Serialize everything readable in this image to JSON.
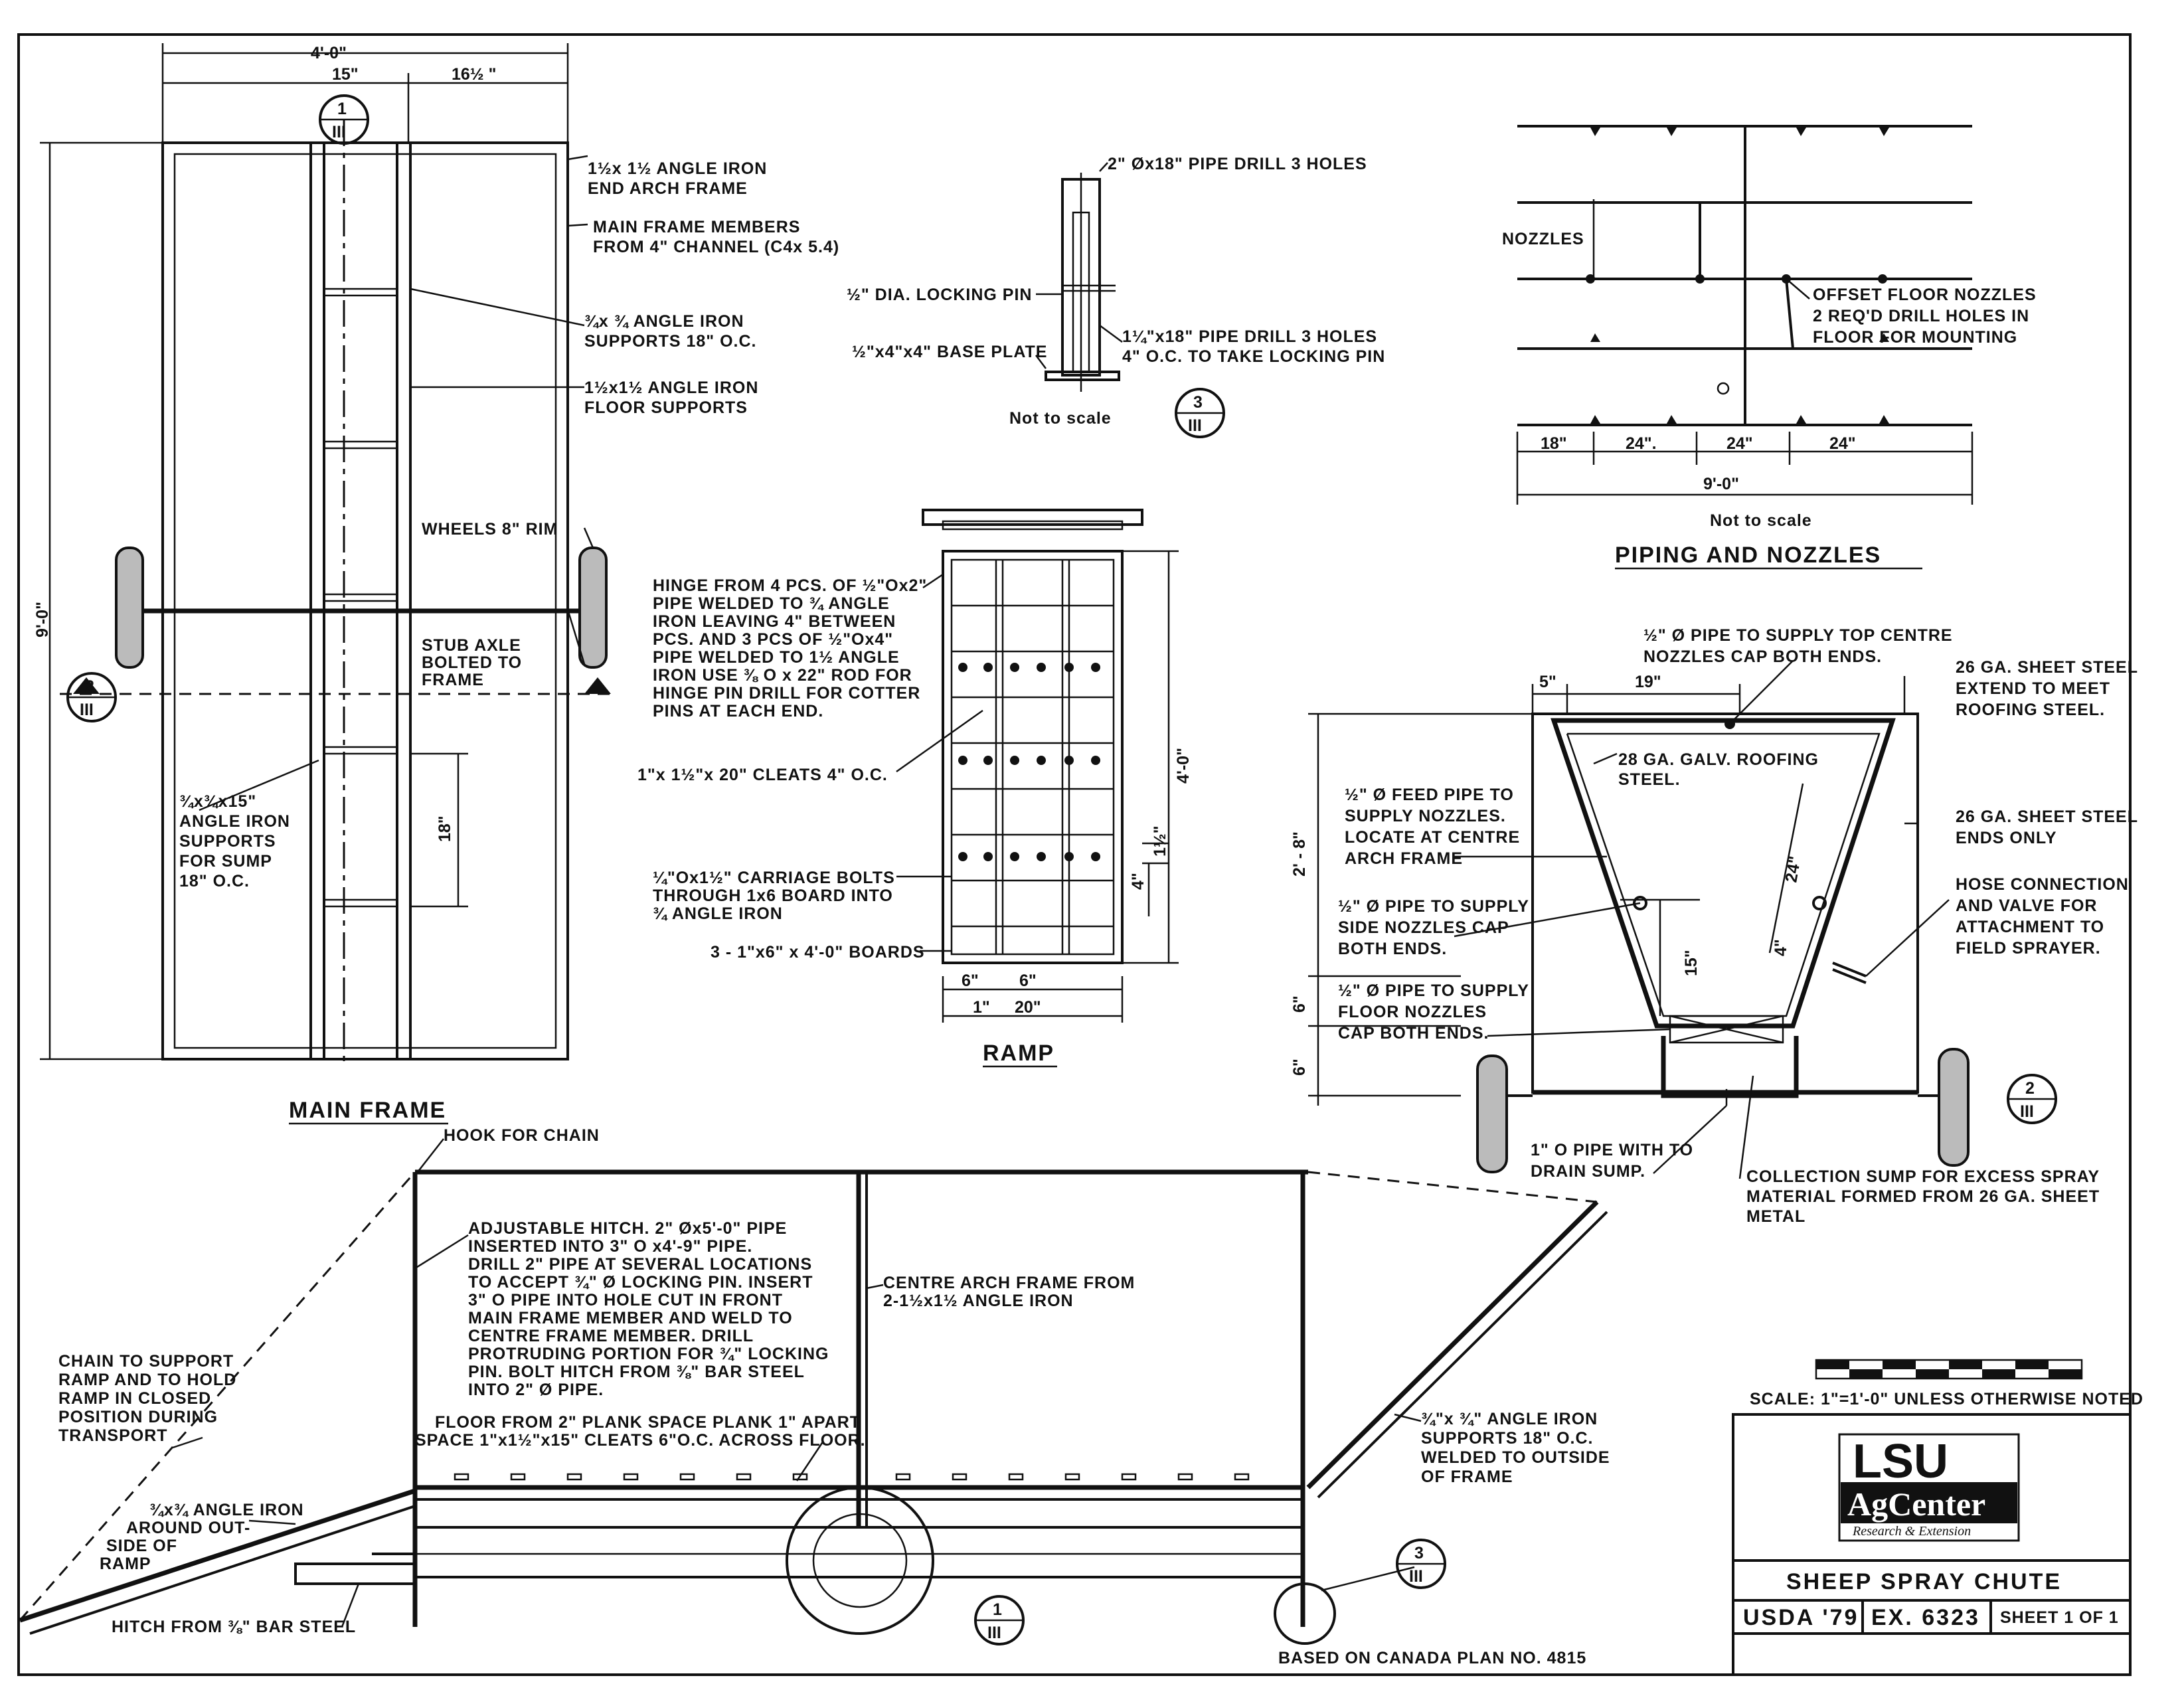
{
  "main_frame": {
    "title": "MAIN FRAME",
    "overall_width": "4'-0\"",
    "dim_left": "15\"",
    "dim_right": "16½ \"",
    "overall_length": "9'-0\"",
    "sump_spacing": "18\"",
    "notes": {
      "end_arch_frame": [
        "1½x 1½ ANGLE IRON",
        "END ARCH FRAME"
      ],
      "main_members": [
        "MAIN FRAME MEMBERS",
        "FROM 4\" CHANNEL (C4x 5.4)"
      ],
      "supports": [
        "¾x ¾ ANGLE IRON",
        "SUPPORTS 18\" O.C."
      ],
      "floor_supports": [
        "1½x1½ ANGLE IRON",
        "FLOOR SUPPORTS"
      ],
      "wheels": "WHEELS 8\" RIM",
      "stub_axle": [
        "STUB AXLE",
        "BOLTED TO",
        "FRAME"
      ],
      "sump_supports": [
        "¾x¾x15\"",
        "ANGLE IRON",
        "SUPPORTS",
        "FOR SUMP",
        "18\" O.C."
      ]
    }
  },
  "pin_detail": {
    "notes": {
      "pipe": "2\" Øx18\" PIPE DRILL 3 HOLES",
      "locking_pin": "½\" DIA. LOCKING PIN",
      "base_plate": "½\"x4\"x4\" BASE PLATE",
      "inner_pipe": [
        "1¼\"x18\" PIPE DRILL 3 HOLES",
        "4\" O.C. TO TAKE LOCKING PIN"
      ]
    },
    "scale_note": "Not to scale"
  },
  "ramp": {
    "title": "RAMP",
    "length": "4'-0\"",
    "dim_b": "1½\"",
    "dim_c": "4\"",
    "width_1": "6\"",
    "width_2": "6\"",
    "width_3": "1\"",
    "width_total": "20\"",
    "notes": {
      "hinge": [
        "HINGE FROM 4 PCS. OF ½\"Ox2\"",
        "PIPE WELDED TO ¾ ANGLE",
        "IRON LEAVING 4\" BETWEEN",
        "PCS. AND 3 PCS OF ½\"Ox4\"",
        "PIPE WELDED TO 1½ ANGLE",
        "IRON USE ⅜ O x 22\" ROD FOR",
        "HINGE PIN DRILL FOR COTTER",
        "PINS AT EACH END."
      ],
      "cleats": "1\"x 1½\"x 20\" CLEATS 4\" O.C.",
      "bolts": [
        "¼\"Ox1½\" CARRIAGE BOLTS",
        "THROUGH 1x6 BOARD INTO",
        "¾ ANGLE IRON"
      ],
      "boards": "3 - 1\"x6\" x 4'-0\" BOARDS"
    }
  },
  "piping": {
    "title": "PIPING  AND NOZZLES",
    "nozzles_label": "NOZZLES",
    "offset_note": [
      "OFFSET FLOOR NOZZLES",
      "2 REQ'D DRILL HOLES IN",
      "FLOOR FOR MOUNTING"
    ],
    "spacing": [
      "18\"",
      "24\".",
      "24\"",
      "24\""
    ],
    "total": "9'-0\"",
    "scale_note": "Not to scale"
  },
  "section": {
    "dim_top_left": "5\"",
    "dim_top": "19\"",
    "height_main": "2' - 8\"",
    "height_b": "6\"",
    "height_c": "6\"",
    "slope_len": "24\"",
    "inner_15": "15\"",
    "inner_4": "4\"",
    "notes": {
      "top_pipe": [
        "½\" Ø PIPE TO SUPPLY TOP CENTRE",
        "NOZZLES CAP BOTH ENDS."
      ],
      "sheet_top": [
        "26 GA. SHEET STEEL",
        "EXTEND TO MEET",
        "ROOFING STEEL."
      ],
      "roofing": [
        "28 GA. GALV. ROOFING",
        "STEEL."
      ],
      "feed_pipe": [
        "½\" Ø FEED PIPE TO",
        "SUPPLY NOZZLES.",
        "LOCATE AT CENTRE",
        "ARCH FRAME"
      ],
      "sheet_ends": [
        "26 GA. SHEET STEEL",
        "ENDS ONLY"
      ],
      "side_pipe": [
        "½\" Ø PIPE TO SUPPLY",
        "SIDE NOZZLES CAP",
        "BOTH ENDS."
      ],
      "hose": [
        "HOSE CONNECTION",
        "AND VALVE FOR",
        "ATTACHMENT TO",
        "FIELD SPRAYER."
      ],
      "floor_pipe": [
        "½\" Ø PIPE TO SUPPLY",
        "FLOOR NOZZLES",
        "CAP BOTH ENDS."
      ],
      "drain": [
        "1\" O PIPE WITH TO",
        "DRAIN SUMP."
      ],
      "sump": [
        "COLLECTION SUMP FOR EXCESS SPRAY",
        "MATERIAL FORMED FROM 26 GA. SHEET",
        "METAL"
      ]
    }
  },
  "side_view": {
    "notes": {
      "hook": "HOOK FOR CHAIN",
      "hitch": [
        "ADJUSTABLE HITCH. 2\" Øx5'-0\" PIPE",
        "INSERTED INTO 3\" O x4'-9\" PIPE.",
        "DRILL 2\" PIPE AT SEVERAL LOCATIONS",
        "TO ACCEPT ¾\" Ø LOCKING PIN. INSERT",
        "3\" O PIPE INTO HOLE CUT IN FRONT",
        "MAIN FRAME MEMBER AND WELD TO",
        "CENTRE FRAME MEMBER. DRILL",
        "PROTRUDING PORTION FOR ¾\" LOCKING",
        "PIN. BOLT HITCH FROM ⅜\" BAR STEEL",
        "INTO 2\" Ø PIPE."
      ],
      "centre_arch": [
        "CENTRE ARCH FRAME FROM",
        "2-1½x1½ ANGLE IRON"
      ],
      "chain": [
        "CHAIN TO SUPPORT",
        "RAMP AND TO HOLD",
        "RAMP IN CLOSED",
        "POSITION DURING",
        "TRANSPORT"
      ],
      "floor": [
        "FLOOR FROM 2\" PLANK SPACE PLANK 1\" APART",
        "SPACE 1\"x1½\"x15\" CLEATS 6\"O.C. ACROSS FLOOR."
      ],
      "ramp_angle": [
        "¾x¾ ANGLE IRON",
        "AROUND OUT-",
        "SIDE OF",
        "RAMP"
      ],
      "right_angle": [
        "¾\"x ¾\" ANGLE IRON",
        "SUPPORTS 18\" O.C.",
        "WELDED TO OUTSIDE",
        "OF FRAME"
      ],
      "hitch_bar": "HITCH FROM ⅜\" BAR STEEL",
      "based_on": "BASED ON CANADA PLAN NO. 4815"
    }
  },
  "section_markers": {
    "m1_top": "1",
    "m1_bottom": "III",
    "m2_top": "2",
    "m2_bottom": "III",
    "m3_top": "3",
    "m3_bottom": "III"
  },
  "title_block": {
    "scale_note": "SCALE: 1\"=1'-0\" UNLESS OTHERWISE NOTED",
    "logo_top": "LSU",
    "logo_main": "AgCenter",
    "logo_sub": "Research & Extension",
    "drawing_title": "SHEEP SPRAY CHUTE",
    "usda": "USDA '79",
    "ex": "EX. 6323",
    "sheet": "SHEET 1 OF 1"
  }
}
